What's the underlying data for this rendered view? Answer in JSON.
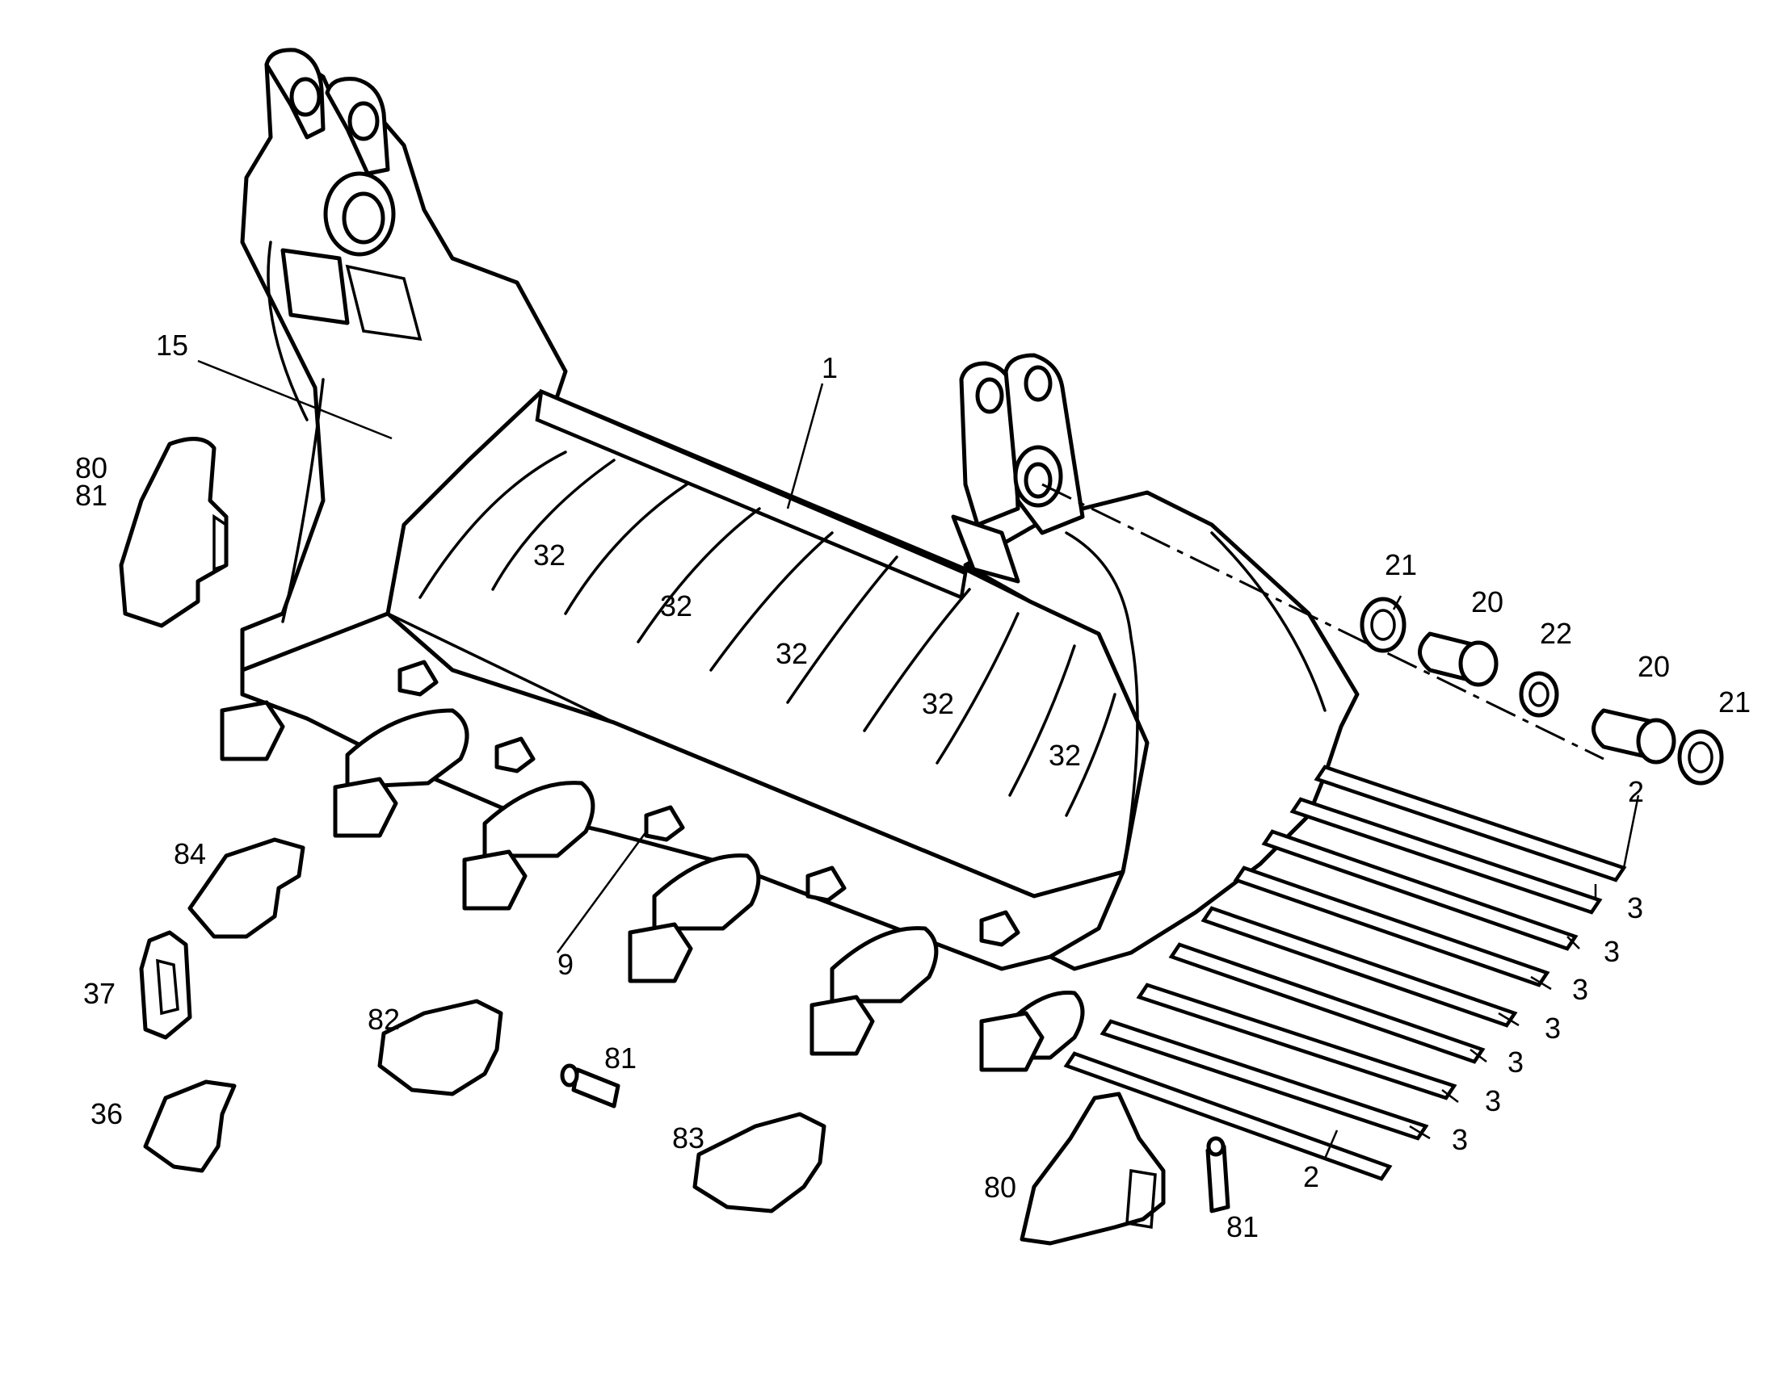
{
  "callouts": [
    {
      "id": "c15",
      "text": "15"
    },
    {
      "id": "c1",
      "text": "1"
    },
    {
      "id": "c80a",
      "text": "80"
    },
    {
      "id": "c81a",
      "text": "81"
    },
    {
      "id": "c32a",
      "text": "32"
    },
    {
      "id": "c32b",
      "text": "32"
    },
    {
      "id": "c32c",
      "text": "32"
    },
    {
      "id": "c32d",
      "text": "32"
    },
    {
      "id": "c32e",
      "text": "32"
    },
    {
      "id": "c21a",
      "text": "21"
    },
    {
      "id": "c20a",
      "text": "20"
    },
    {
      "id": "c22",
      "text": "22"
    },
    {
      "id": "c20b",
      "text": "20"
    },
    {
      "id": "c21b",
      "text": "21"
    },
    {
      "id": "c2a",
      "text": "2"
    },
    {
      "id": "c3a",
      "text": "3"
    },
    {
      "id": "c3b",
      "text": "3"
    },
    {
      "id": "c3c",
      "text": "3"
    },
    {
      "id": "c3d",
      "text": "3"
    },
    {
      "id": "c3e",
      "text": "3"
    },
    {
      "id": "c3f",
      "text": "3"
    },
    {
      "id": "c3g",
      "text": "3"
    },
    {
      "id": "c2b",
      "text": "2"
    },
    {
      "id": "c84",
      "text": "84"
    },
    {
      "id": "c9",
      "text": "9"
    },
    {
      "id": "c37",
      "text": "37"
    },
    {
      "id": "c82",
      "text": "82"
    },
    {
      "id": "c81b",
      "text": "81"
    },
    {
      "id": "c36",
      "text": "36"
    },
    {
      "id": "c83",
      "text": "83"
    },
    {
      "id": "c80b",
      "text": "80"
    },
    {
      "id": "c81c",
      "text": "81"
    }
  ]
}
